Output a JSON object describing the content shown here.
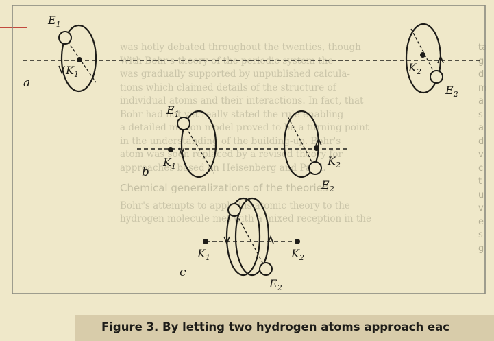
{
  "background_text": {
    "lines": [
      "was hotly debated throughout the twenties, though",
      "With Bohr's theory of the periodic system the",
      "was gradually supported by unpublished calcula-",
      "tions which claimed details of the structure of",
      "individual atoms and their interactions. In fact, that",
      "Bohr had not yet really stated the rule enabling",
      "a detailed motion model proved to be a turning point",
      "in the understanding of the building-up. Bohr's",
      "atom was soon replaced by a revised theory for",
      "approaches based on Heisenberg and Pauli."
    ],
    "heading": "Chemical generalizations of the theories",
    "after_heading": [
      "Bohr's attempts to apply his atomic theory to the",
      "hydrogen molecule met with a mixed reception in the"
    ]
  },
  "right_column": [
    "ta",
    "g",
    "d",
    "m",
    "a",
    "s",
    "a",
    "d",
    "v",
    "c",
    "t",
    "u",
    "v",
    "e",
    "s",
    "g"
  ],
  "left_column": [
    "",
    "",
    "",
    "",
    "",
    "",
    "",
    "",
    "",
    "",
    "",
    "",
    "",
    "",
    "",
    "",
    "",
    "",
    "",
    ""
  ],
  "figure": {
    "row_labels": [
      "a",
      "b",
      "c"
    ],
    "electron_labels": {
      "e1": "E",
      "e1_sub": "1",
      "e2": "E",
      "e2_sub": "2"
    },
    "nucleus_labels": {
      "k1": "K",
      "k1_sub": "1",
      "k2": "K",
      "k2_sub": "2"
    }
  },
  "caption": {
    "text": "Figure 3. By letting two hydrogen atoms approach eac"
  },
  "colors": {
    "paper": "#efe8c9",
    "caption_band": "#d8ccaa",
    "ink": "#1d1c18",
    "accent_red": "#c24a3e",
    "frame": "#8a8a80"
  }
}
